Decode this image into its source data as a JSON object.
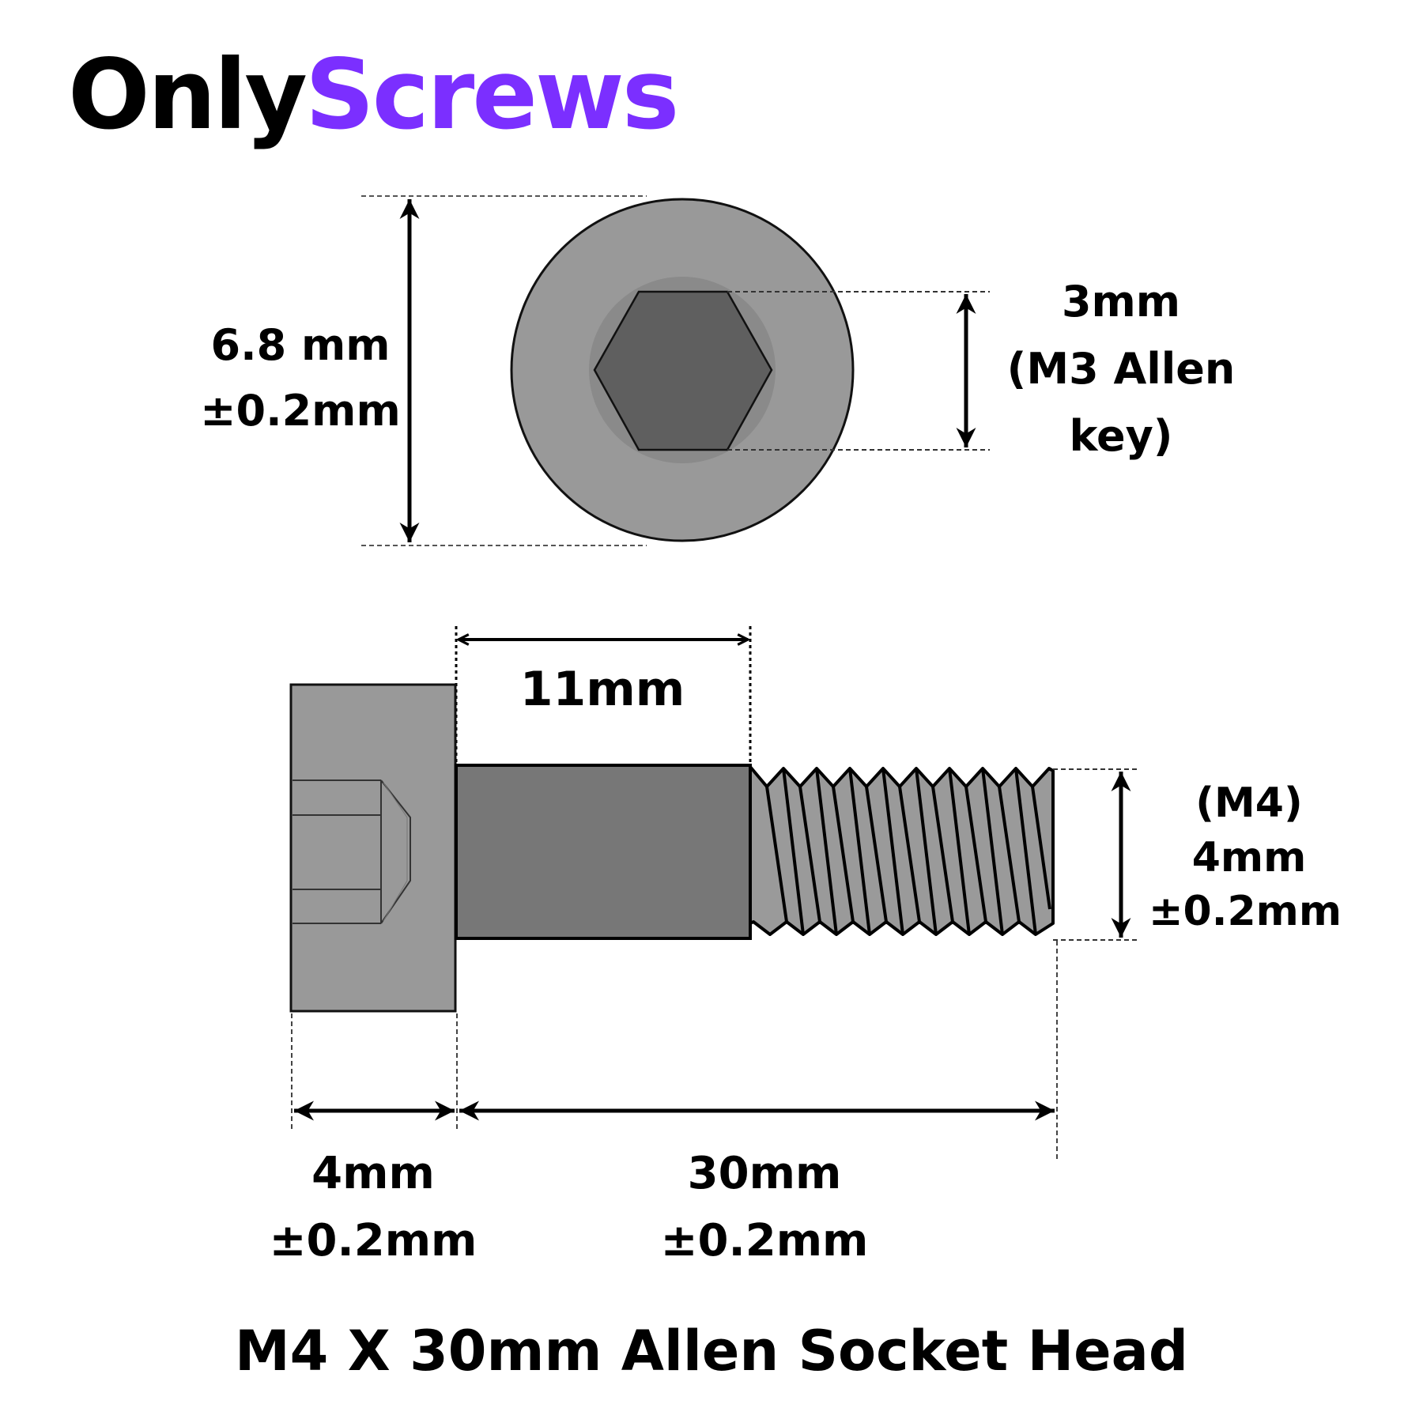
{
  "brand": {
    "part1": "Only",
    "part2": "Screws",
    "color_dark": "#000000",
    "color_accent": "#7B2FFF"
  },
  "colors": {
    "head_gray": "#999999",
    "socket_ring": "#8a8a8a",
    "hex_socket": "#5f5f5f",
    "shank": "#777777",
    "thread": "#999999",
    "line": "#000000"
  },
  "top_view": {
    "head_diameter": {
      "line1": "6.8 mm",
      "line2": "±0.2mm"
    },
    "socket_size": {
      "line1": "3mm",
      "line2": "(M3 Allen",
      "line3": "key)"
    }
  },
  "side_view": {
    "shank_length": {
      "line1": "11mm"
    },
    "thread_diameter": {
      "line1": "(M4)",
      "line2": "4mm",
      "line3": "±0.2mm"
    },
    "head_height": {
      "line1": "4mm",
      "line2": "±0.2mm"
    },
    "screw_length": {
      "line1": "30mm",
      "line2": "±0.2mm"
    }
  },
  "caption": "M4 X 30mm Allen Socket Head"
}
